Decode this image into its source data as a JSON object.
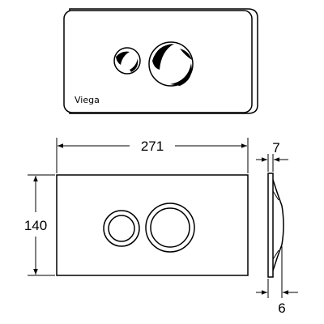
{
  "brand": "Viega",
  "dimensions": {
    "width": "271",
    "height": "140",
    "depth_top": "7",
    "depth_bottom": "6"
  },
  "colors": {
    "line": "#000000",
    "background": "#ffffff"
  }
}
